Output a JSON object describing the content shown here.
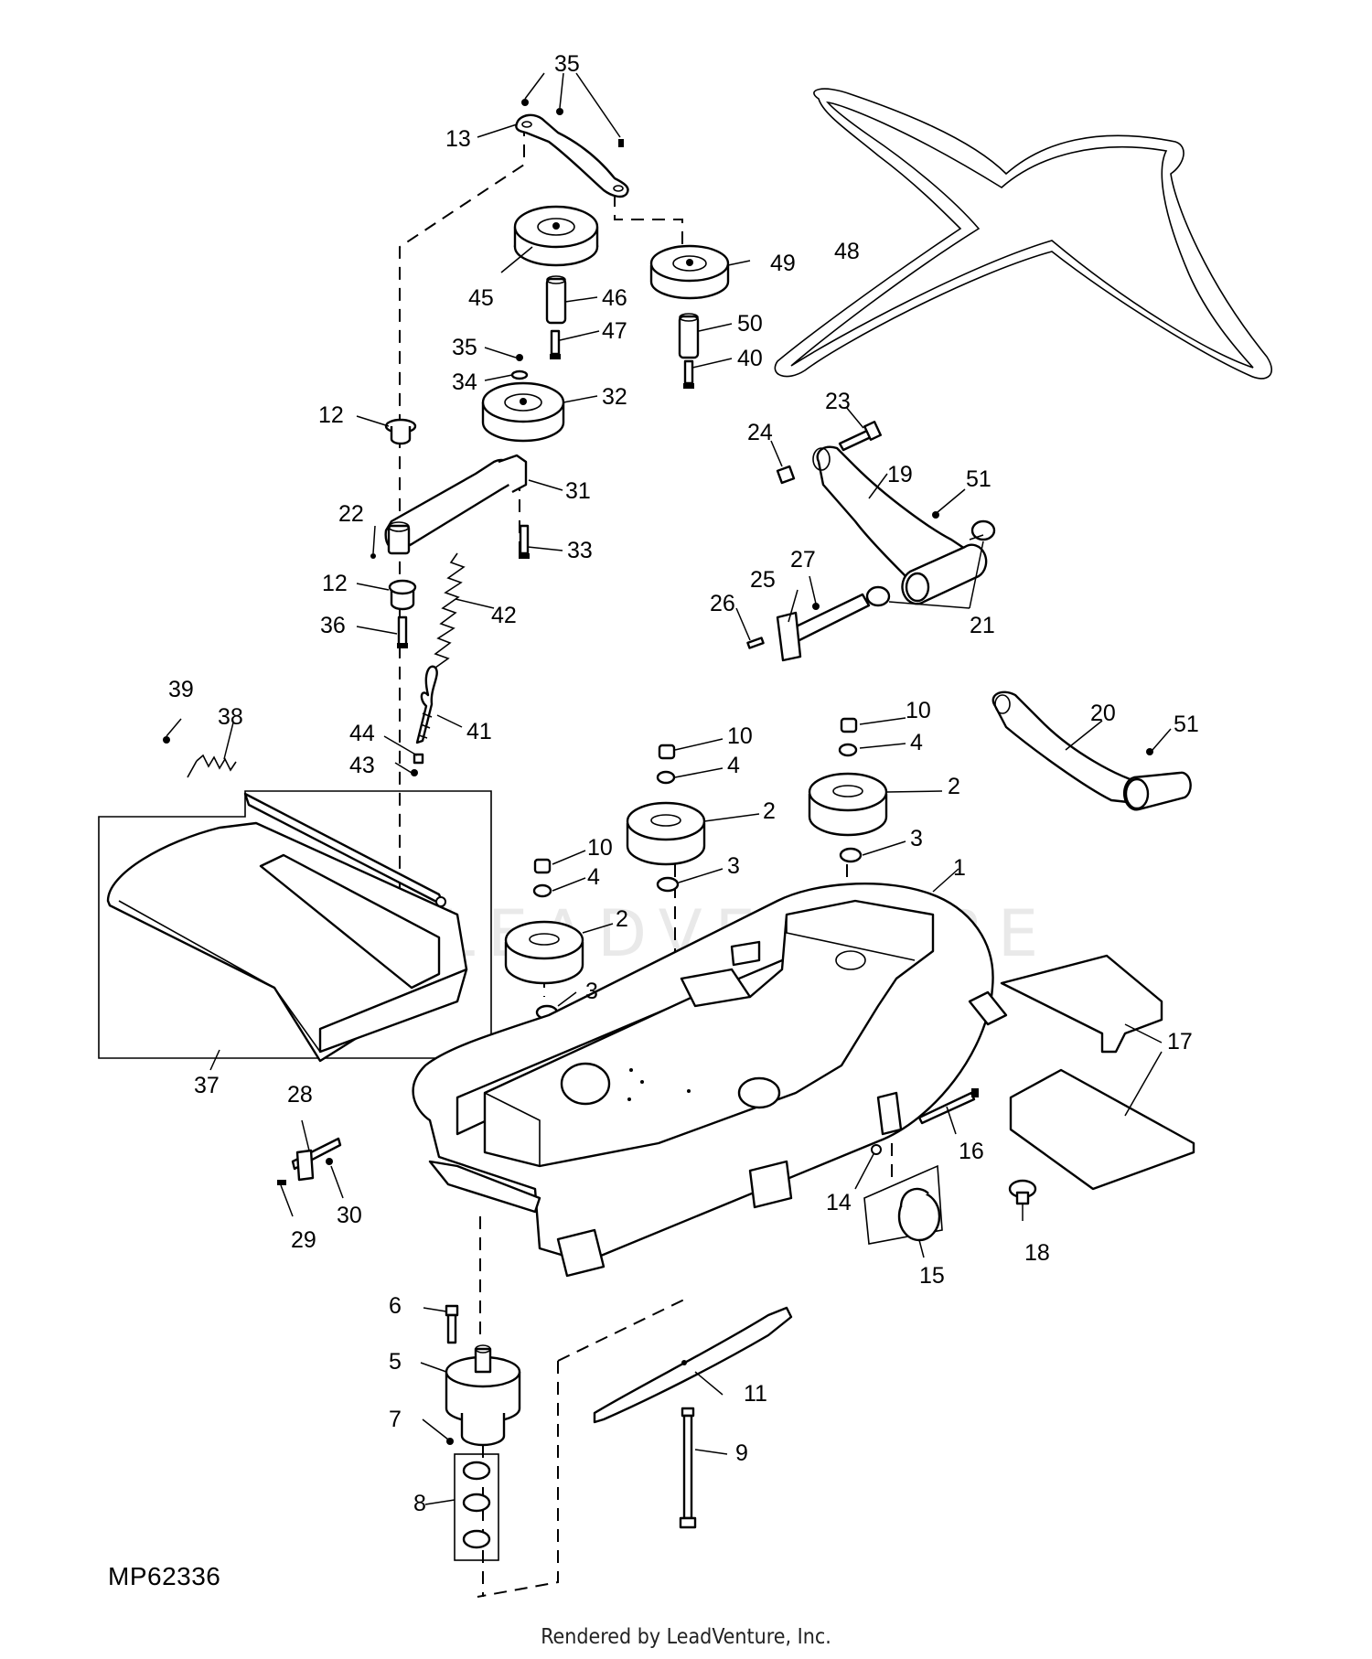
{
  "drawing_id": "MP62336",
  "footer": "Rendered by LeadVenture, Inc.",
  "watermark": "LEADVENTURE",
  "callouts": {
    "c1": "1",
    "c2a": "2",
    "c2b": "2",
    "c2c": "2",
    "c3a": "3",
    "c3b": "3",
    "c3c": "3",
    "c4a": "4",
    "c4b": "4",
    "c4c": "4",
    "c5": "5",
    "c6": "6",
    "c7": "7",
    "c8": "8",
    "c9": "9",
    "c10a": "10",
    "c10b": "10",
    "c10c": "10",
    "c11": "11",
    "c12a": "12",
    "c12b": "12",
    "c13": "13",
    "c14": "14",
    "c15": "15",
    "c16": "16",
    "c17": "17",
    "c18": "18",
    "c19": "19",
    "c20": "20",
    "c21": "21",
    "c22": "22",
    "c23": "23",
    "c24": "24",
    "c25": "25",
    "c26": "26",
    "c27": "27",
    "c28": "28",
    "c29": "29",
    "c30": "30",
    "c31": "31",
    "c32": "32",
    "c33": "33",
    "c34": "34",
    "c35a": "35",
    "c35b": "35",
    "c36": "36",
    "c37": "37",
    "c38": "38",
    "c39": "39",
    "c40": "40",
    "c41": "41",
    "c42": "42",
    "c43": "43",
    "c44": "44",
    "c45": "45",
    "c46": "46",
    "c47": "47",
    "c48": "48",
    "c49": "49",
    "c50": "50",
    "c51a": "51",
    "c51b": "51"
  }
}
